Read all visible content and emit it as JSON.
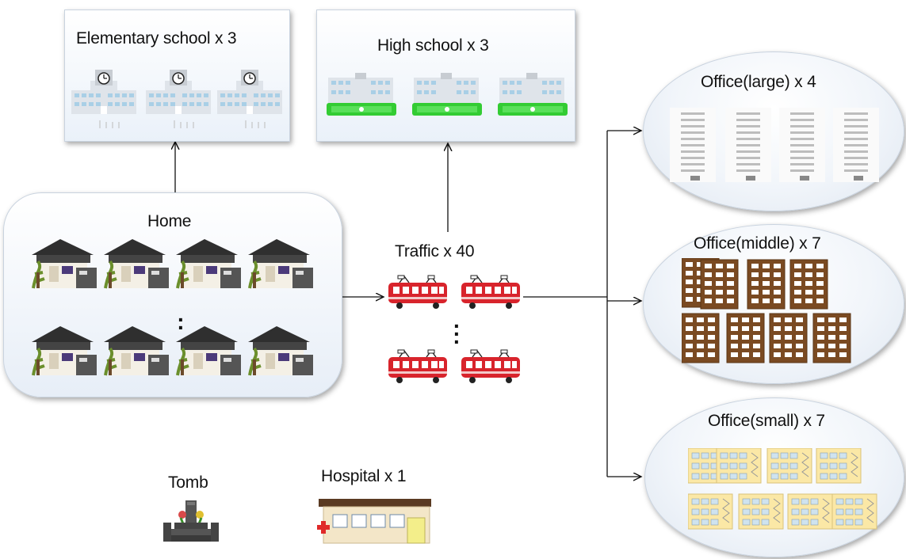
{
  "nodes": {
    "elementary": {
      "label": "Elementary school x 3"
    },
    "high": {
      "label": "High school x 3"
    },
    "home": {
      "label": "Home"
    },
    "traffic": {
      "label": "Traffic x 40"
    },
    "office_large": {
      "label": "Office(large) x 4"
    },
    "office_middle": {
      "label": "Office(middle) x 7"
    },
    "office_small": {
      "label": "Office(small) x 7"
    },
    "tomb": {
      "label": "Tomb"
    },
    "hospital": {
      "label": "Hospital x 1"
    }
  },
  "edges": [
    {
      "from": "home",
      "to": "elementary"
    },
    {
      "from": "traffic",
      "to": "high"
    },
    {
      "from": "home",
      "to": "traffic"
    },
    {
      "from": "traffic",
      "to": "office_large"
    },
    {
      "from": "traffic",
      "to": "office_middle"
    },
    {
      "from": "traffic",
      "to": "office_small"
    }
  ],
  "colors": {
    "train_red": "#d8242c",
    "school_green": "#33cc33",
    "brick_brown": "#7a4a22",
    "roof_dark": "#2f2f2f"
  }
}
